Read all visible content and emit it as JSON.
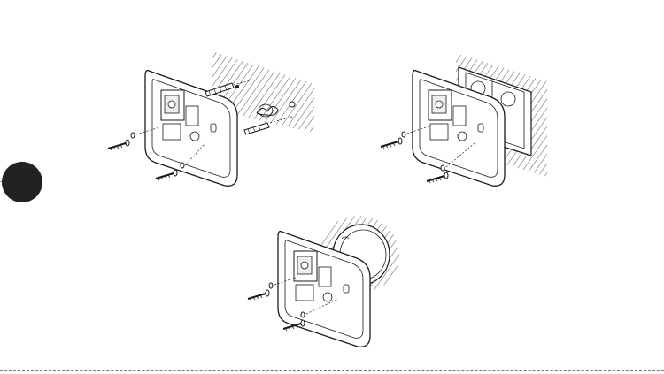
{
  "figure": {
    "panels": [
      {
        "id": "wall-plugs",
        "wall": "hatched-wall"
      },
      {
        "id": "flush-box",
        "wall": "hatched-wall"
      },
      {
        "id": "round-box",
        "wall": "round-conduit-box"
      }
    ],
    "icons": [
      "screw-icon",
      "washer-icon",
      "wall-plug-icon",
      "mounting-plate-icon"
    ],
    "colors": {
      "ink": "#1a1a1a",
      "hatch": "#555555",
      "marker": "#222222"
    }
  }
}
